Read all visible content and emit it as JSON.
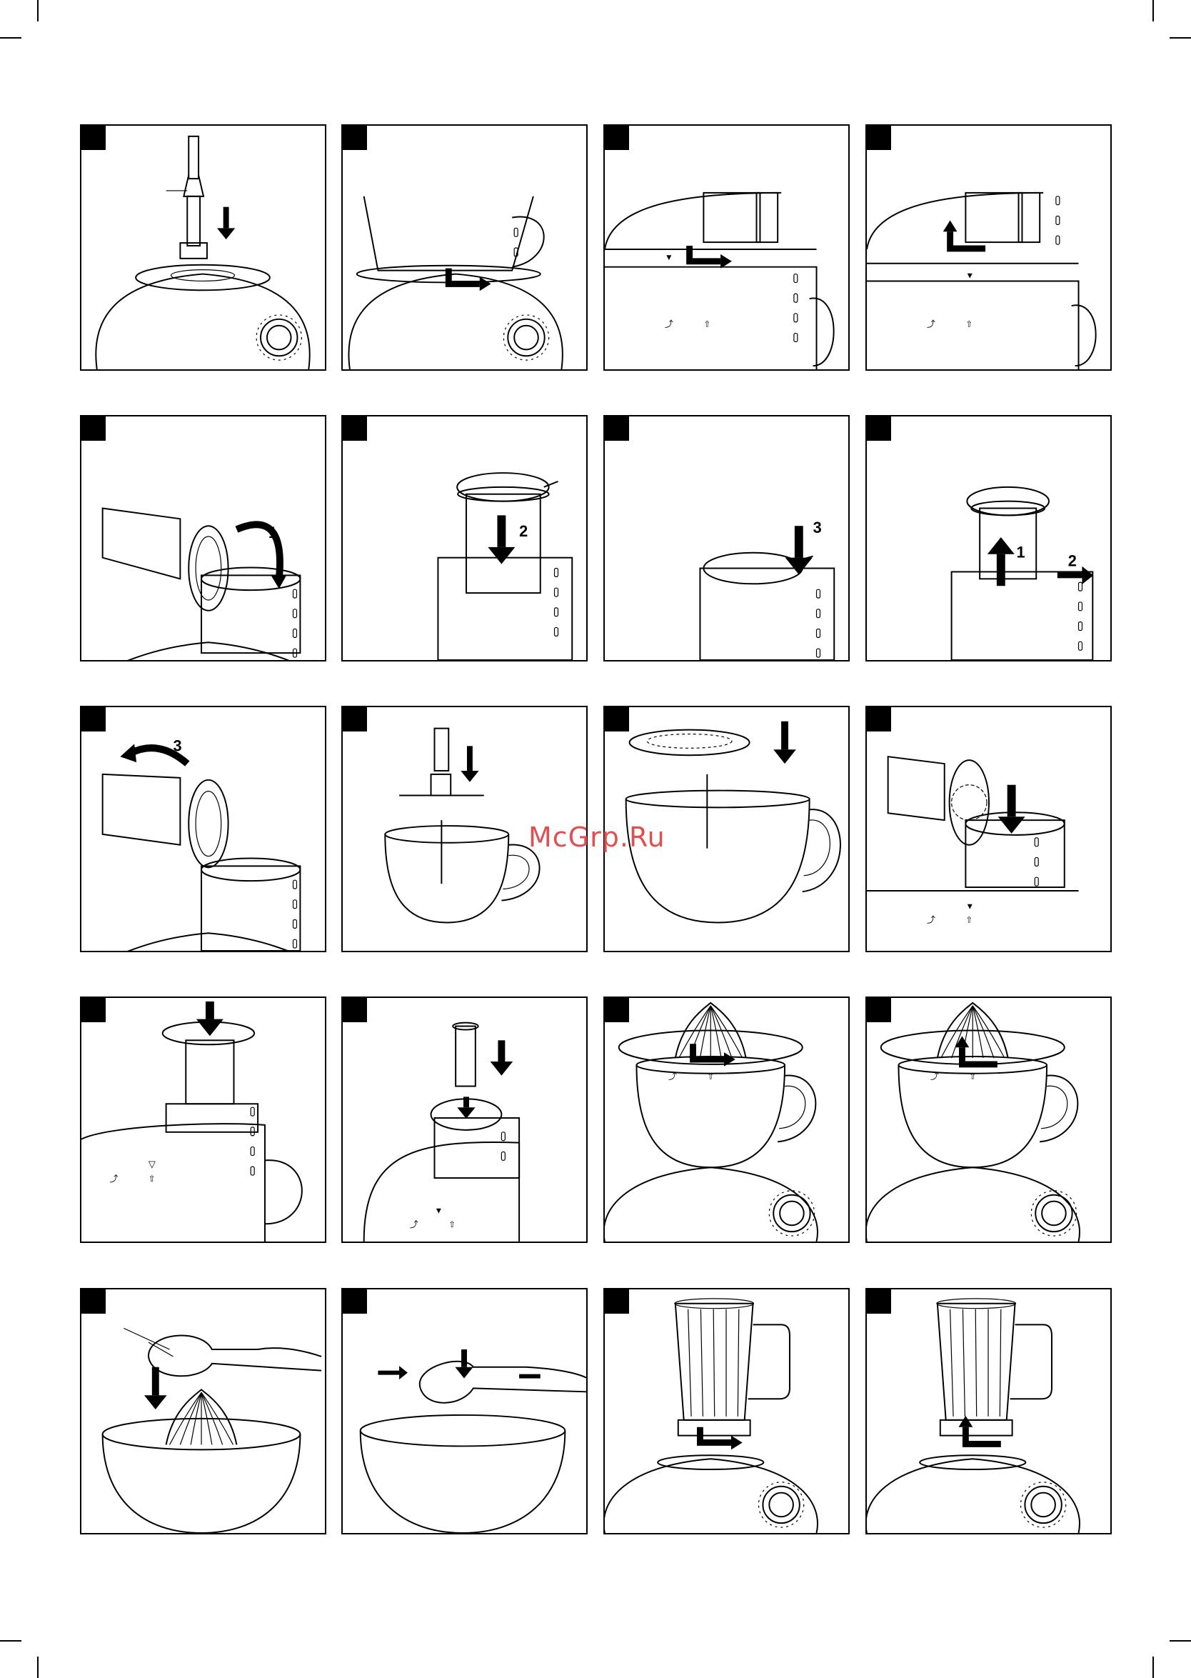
{
  "watermark": "McGrp.Ru",
  "panels": [
    {
      "row": 1,
      "col": 1,
      "scene": "blade-shaft-onto-base",
      "callouts": []
    },
    {
      "row": 1,
      "col": 2,
      "scene": "bowl-twist-lock",
      "callouts": []
    },
    {
      "row": 1,
      "col": 3,
      "scene": "lid-twist-lock",
      "callouts": []
    },
    {
      "row": 1,
      "col": 4,
      "scene": "lid-twist-unlock",
      "callouts": []
    },
    {
      "row": 2,
      "col": 1,
      "scene": "feed-tube-open",
      "callouts": [
        "1"
      ]
    },
    {
      "row": 2,
      "col": 2,
      "scene": "pusher-insert",
      "callouts": [
        "2"
      ]
    },
    {
      "row": 2,
      "col": 3,
      "scene": "pusher-press",
      "callouts": [
        "3"
      ]
    },
    {
      "row": 2,
      "col": 4,
      "scene": "pusher-remove",
      "callouts": [
        "1",
        "2"
      ]
    },
    {
      "row": 3,
      "col": 1,
      "scene": "feed-tube-close",
      "callouts": [
        "3"
      ]
    },
    {
      "row": 3,
      "col": 2,
      "scene": "chopper-blade-insert",
      "callouts": []
    },
    {
      "row": 3,
      "col": 3,
      "scene": "slicing-disc-insert",
      "callouts": []
    },
    {
      "row": 3,
      "col": 4,
      "scene": "grater-insert",
      "callouts": []
    },
    {
      "row": 4,
      "col": 1,
      "scene": "feed-tube-push",
      "callouts": []
    },
    {
      "row": 4,
      "col": 2,
      "scene": "small-pusher-insert",
      "callouts": []
    },
    {
      "row": 4,
      "col": 3,
      "scene": "juicer-lock",
      "callouts": []
    },
    {
      "row": 4,
      "col": 4,
      "scene": "juicer-unlock",
      "callouts": []
    },
    {
      "row": 5,
      "col": 1,
      "scene": "citrus-press-hand",
      "callouts": []
    },
    {
      "row": 5,
      "col": 2,
      "scene": "citrus-press-squeeze",
      "callouts": []
    },
    {
      "row": 5,
      "col": 3,
      "scene": "blender-jug-lock",
      "callouts": []
    },
    {
      "row": 5,
      "col": 4,
      "scene": "blender-jug-unlock",
      "callouts": []
    }
  ]
}
